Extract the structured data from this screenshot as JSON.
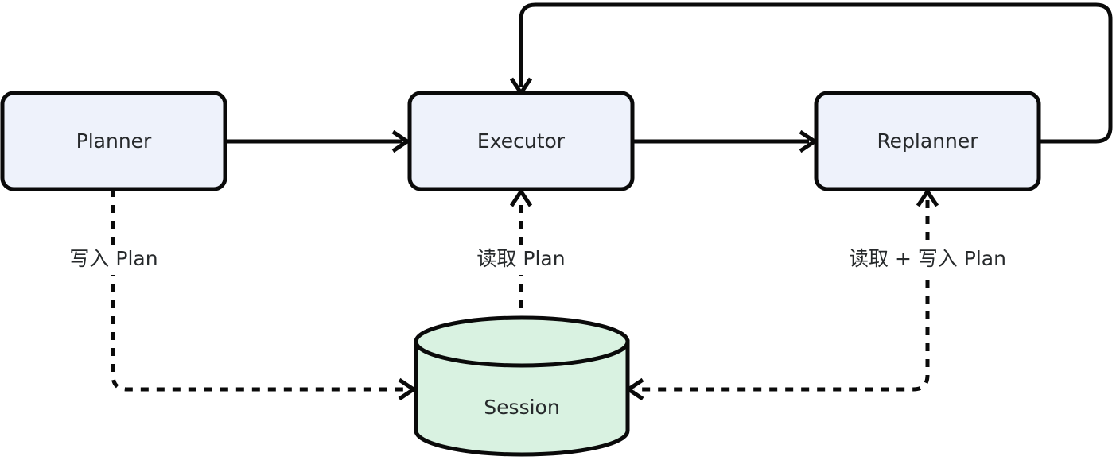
{
  "diagram": {
    "title": "Planner Executor Replanner Session flow",
    "colors": {
      "node_fill": "#eef2fb",
      "node_stroke": "#0a0a0a",
      "store_fill": "#d9f2e1",
      "store_stroke": "#0a0a0a",
      "edge": "#0a0a0a",
      "text": "#26292b",
      "background": "#ffffff"
    },
    "nodes": [
      {
        "id": "planner",
        "label": "Planner",
        "shape": "rounded-rect"
      },
      {
        "id": "executor",
        "label": "Executor",
        "shape": "rounded-rect"
      },
      {
        "id": "replanner",
        "label": "Replanner",
        "shape": "rounded-rect"
      },
      {
        "id": "session",
        "label": "Session",
        "shape": "cylinder"
      }
    ],
    "edges": [
      {
        "id": "planner-to-executor",
        "from": "planner",
        "to": "executor",
        "style": "solid",
        "label": ""
      },
      {
        "id": "executor-to-replanner",
        "from": "executor",
        "to": "replanner",
        "style": "solid",
        "label": ""
      },
      {
        "id": "replanner-to-executor",
        "from": "replanner",
        "to": "executor",
        "style": "solid",
        "label": ""
      },
      {
        "id": "planner-to-session",
        "from": "planner",
        "to": "session",
        "style": "dashed",
        "label": "写入 Plan"
      },
      {
        "id": "session-to-executor",
        "from": "session",
        "to": "executor",
        "style": "dashed",
        "label": "读取 Plan"
      },
      {
        "id": "session-to-replanner",
        "from": "session",
        "to": "replanner",
        "style": "dashed",
        "label": "读取 + 写入 Plan"
      }
    ],
    "labels": {
      "write_plan": "写入 Plan",
      "read_plan": "读取 Plan",
      "read_write_plan": "读取 + 写入 Plan"
    }
  }
}
